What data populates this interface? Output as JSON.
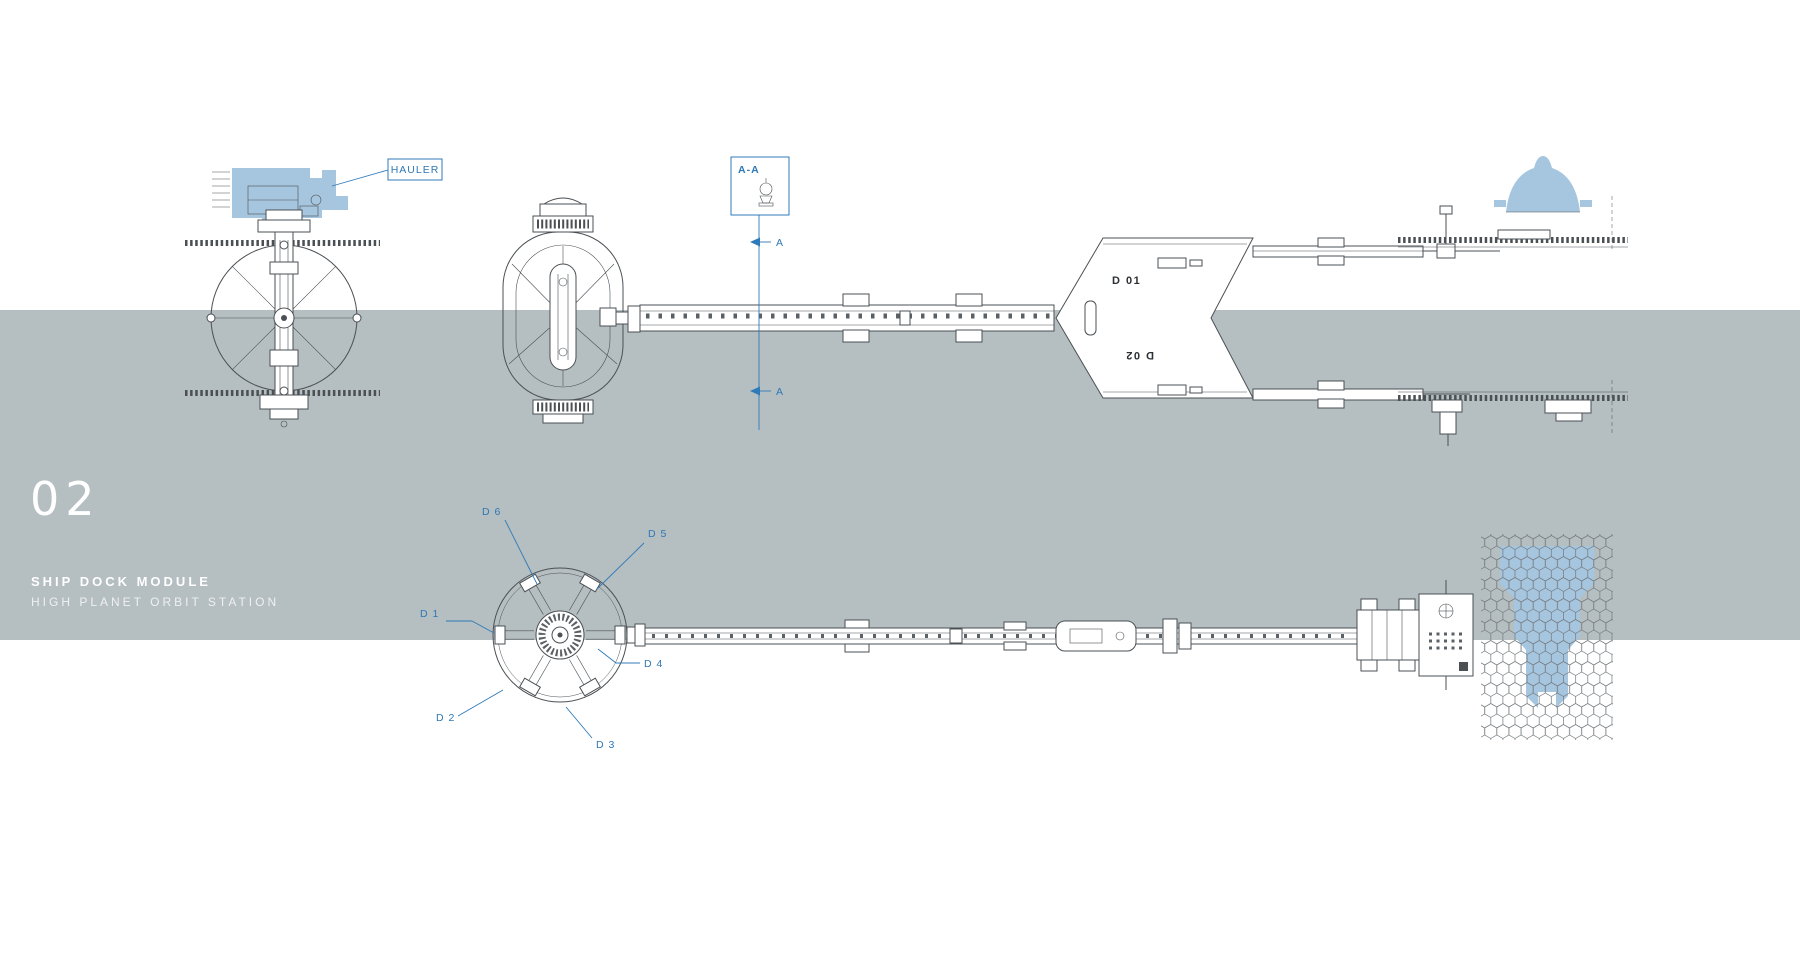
{
  "plate": {
    "number": "02",
    "title": "SHIP DOCK MODULE",
    "subtitle": "HIGH PLANET ORBIT STATION"
  },
  "callouts": {
    "hauler": "HAULER",
    "section": "A-A",
    "section_arrow_top": "A",
    "section_arrow_bottom": "A",
    "dock_port_1": "D 01",
    "dock_port_2": "D 02",
    "d1": "D 1",
    "d2": "D 2",
    "d3": "D 3",
    "d4": "D 4",
    "d5": "D 5",
    "d6": "D 6"
  },
  "colors": {
    "background": "#ffffff",
    "band": "#b5bec0",
    "accent_blue": "#2f7ab8",
    "ship_fill": "#a6c5de",
    "linework": "#4b5054",
    "dark_text": "#2b3034"
  }
}
